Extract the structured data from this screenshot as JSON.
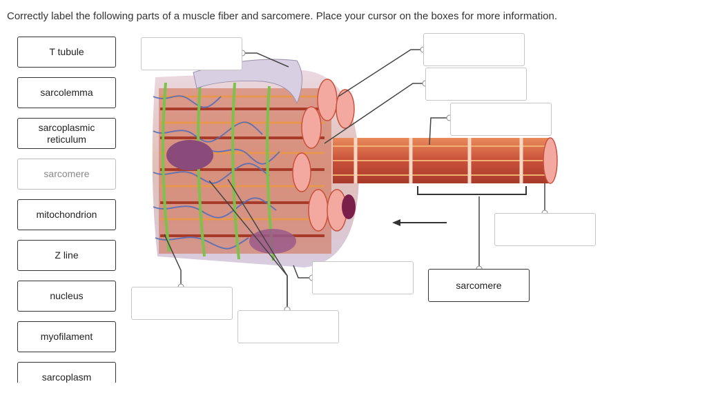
{
  "instructions": "Correctly label the following parts of a muscle fiber and sarcomere. Place your cursor on the boxes for more information.",
  "choices": [
    {
      "label": "T tubule",
      "used": false
    },
    {
      "label": "sarcolemma",
      "used": false
    },
    {
      "label": "sarcoplasmic reticulum",
      "used": false
    },
    {
      "label": "sarcomere",
      "used": true
    },
    {
      "label": "mitochondrion",
      "used": false
    },
    {
      "label": "Z line",
      "used": false
    },
    {
      "label": "nucleus",
      "used": false
    },
    {
      "label": "myofilament",
      "used": false
    },
    {
      "label": "sarcoplasm",
      "used": false
    }
  ],
  "targets": [
    {
      "label": ""
    },
    {
      "label": ""
    },
    {
      "label": ""
    },
    {
      "label": ""
    },
    {
      "label": ""
    },
    {
      "label": ""
    },
    {
      "label": ""
    },
    {
      "label": ""
    },
    {
      "label": "sarcomere"
    }
  ],
  "colors": {
    "muscle_red": "#c9503a",
    "muscle_orange": "#e8974f",
    "reticulum_blue": "#5a6fb5",
    "tubule_green": "#7cc24a",
    "membrane_lavender": "#c9c0d6",
    "fibril_pink": "#f4a9a0",
    "nucleus_purple": "#8a4a7a"
  }
}
